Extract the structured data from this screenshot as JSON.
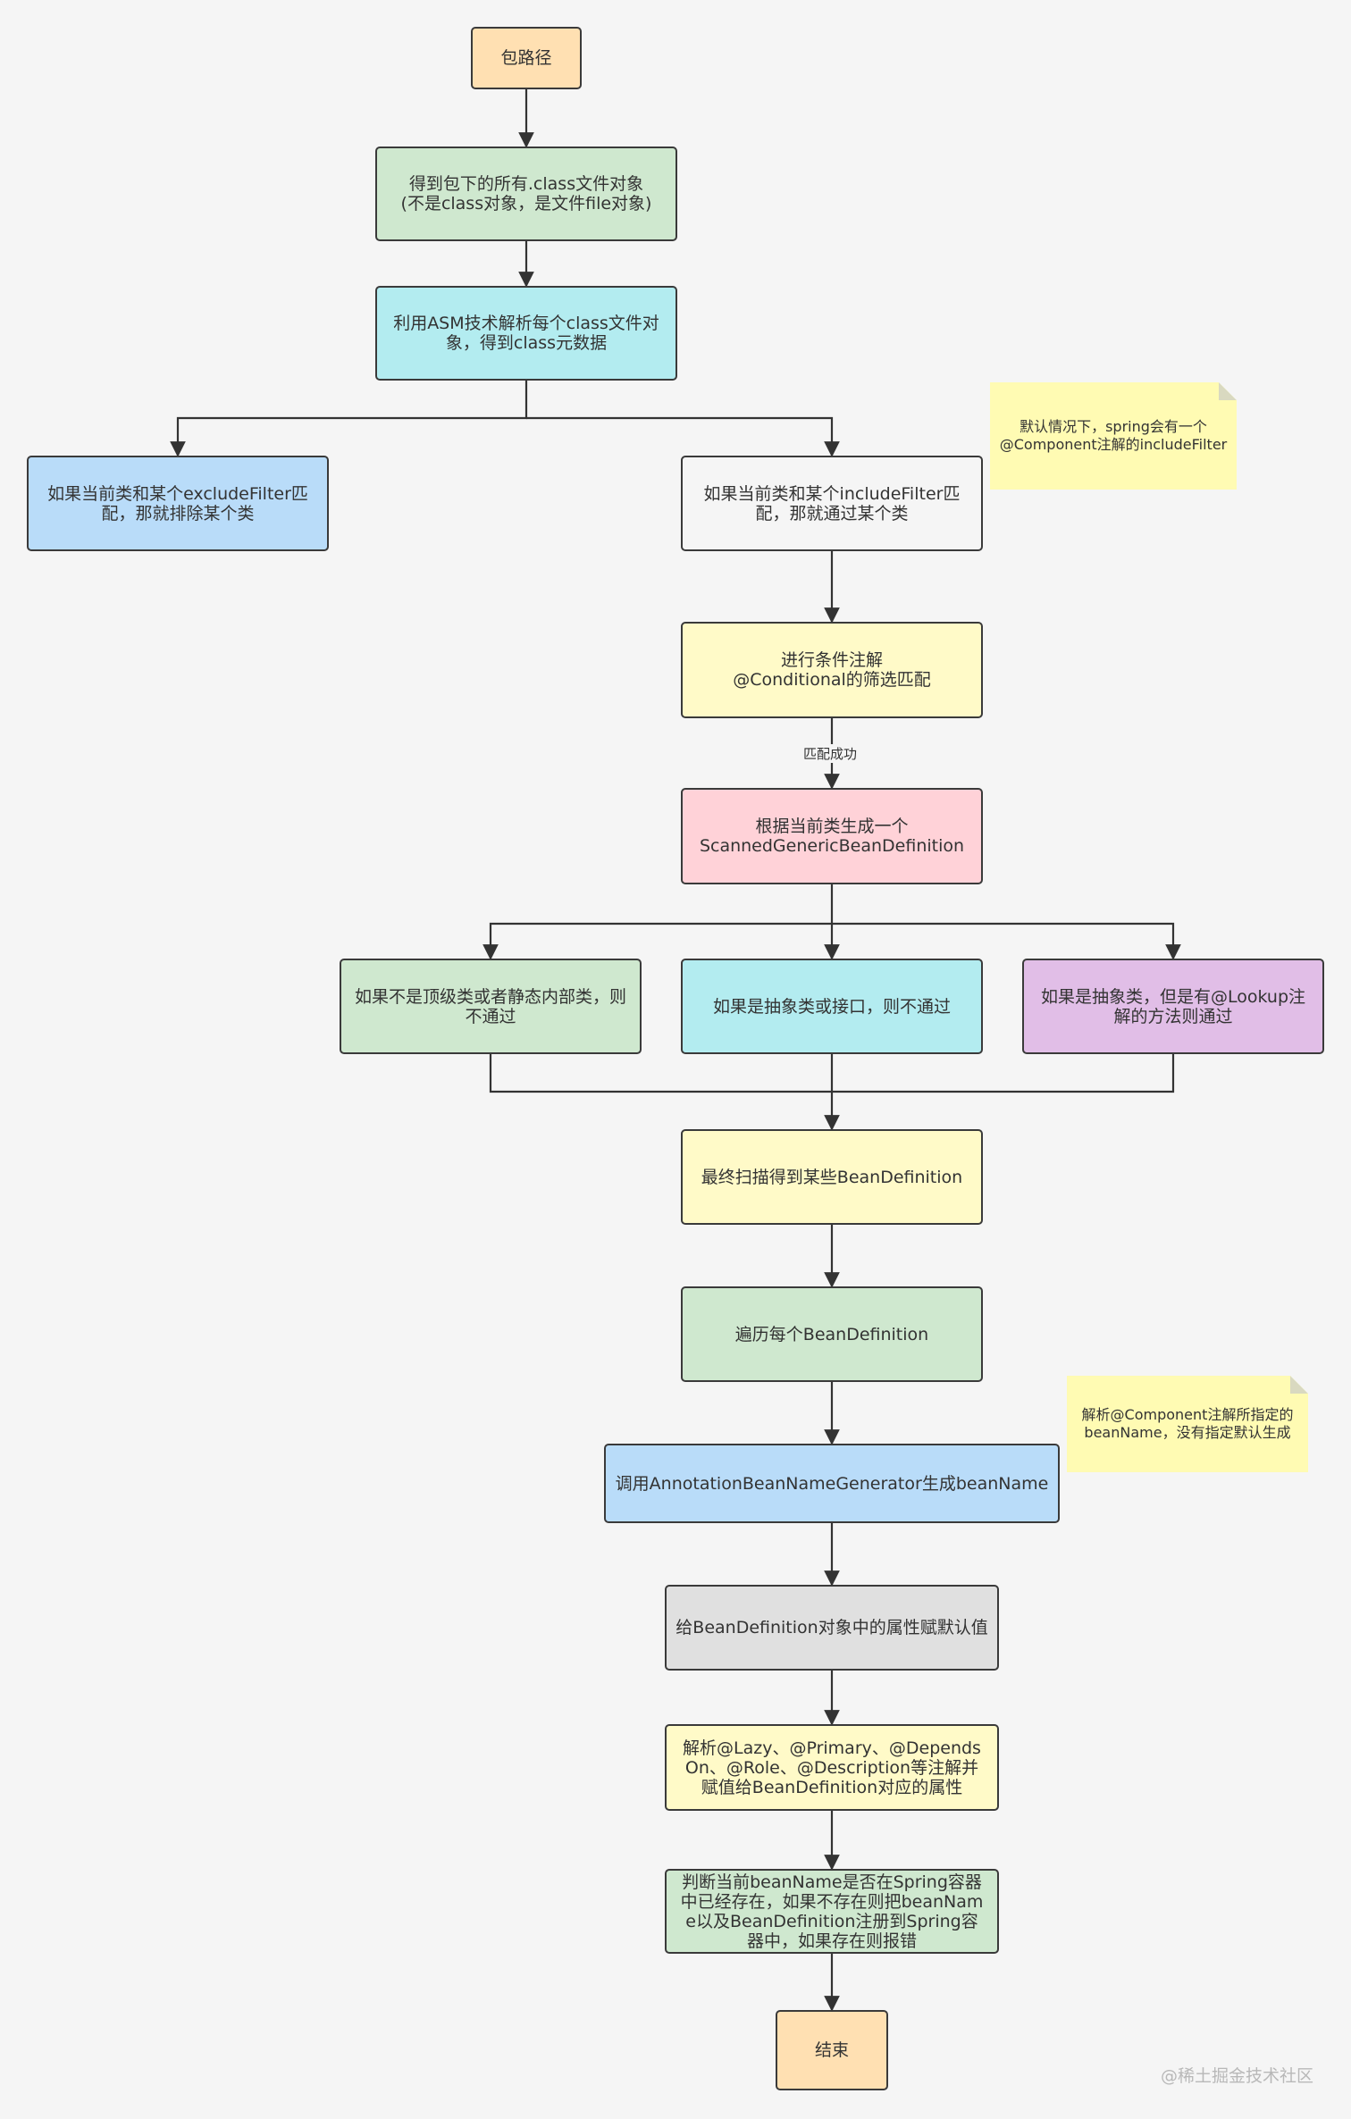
{
  "colors": {
    "orange": "#ffe0b2",
    "green": "#cfe8cf",
    "cyan": "#b3ecf0",
    "blue": "#b9dcf9",
    "gray_light": "#f5f5f5",
    "yellow": "#fffac8",
    "pink": "#ffd2d8",
    "purple": "#e1bee7",
    "gray": "#e0e0e0",
    "note": "#fffbb3"
  },
  "nodes": {
    "start": "包路径",
    "get_class_files": "得到包下的所有.class文件对象\n(不是class对象，是文件file对象)",
    "asm_parse": "利用ASM技术解析每个class文件对象，得到class元数据",
    "exclude_filter": "如果当前类和某个excludeFilter匹配，那就排除某个类",
    "include_filter": "如果当前类和某个includeFilter匹配，那就通过某个类",
    "conditional": "进行条件注解\n@Conditional的筛选匹配",
    "generate_bd": "根据当前类生成一个\nScannedGenericBeanDefinition",
    "not_top_level": "如果不是顶级类或者静态内部类，则不通过",
    "abstract_or_interface": "如果是抽象类或接口，则不通过",
    "abstract_lookup": "如果是抽象类，但是有@Lookup注解的方法则通过",
    "final_bds": "最终扫描得到某些BeanDefinition",
    "iterate_bd": "遍历每个BeanDefinition",
    "bean_name_generator": "调用AnnotationBeanNameGenerator生成beanName",
    "default_values": "给BeanDefinition对象中的属性赋默认值",
    "parse_annotations": "解析@Lazy、@Primary、@DependsOn、@Role、@Description等注解并赋值给BeanDefinition对应的属性",
    "register": "判断当前beanName是否在Spring容器中已经存在，如果不存在则把beanName以及BeanDefinition注册到Spring容器中，如果存在则报错",
    "end": "结束"
  },
  "notes": {
    "include_filter_note": "默认情况下，spring会有一个@Component注解的includeFilter",
    "bean_name_note": "解析@Component注解所指定的beanName，没有指定默认生成"
  },
  "edge_labels": {
    "match_success": "匹配成功"
  },
  "watermark": "@稀土掘金技术社区"
}
